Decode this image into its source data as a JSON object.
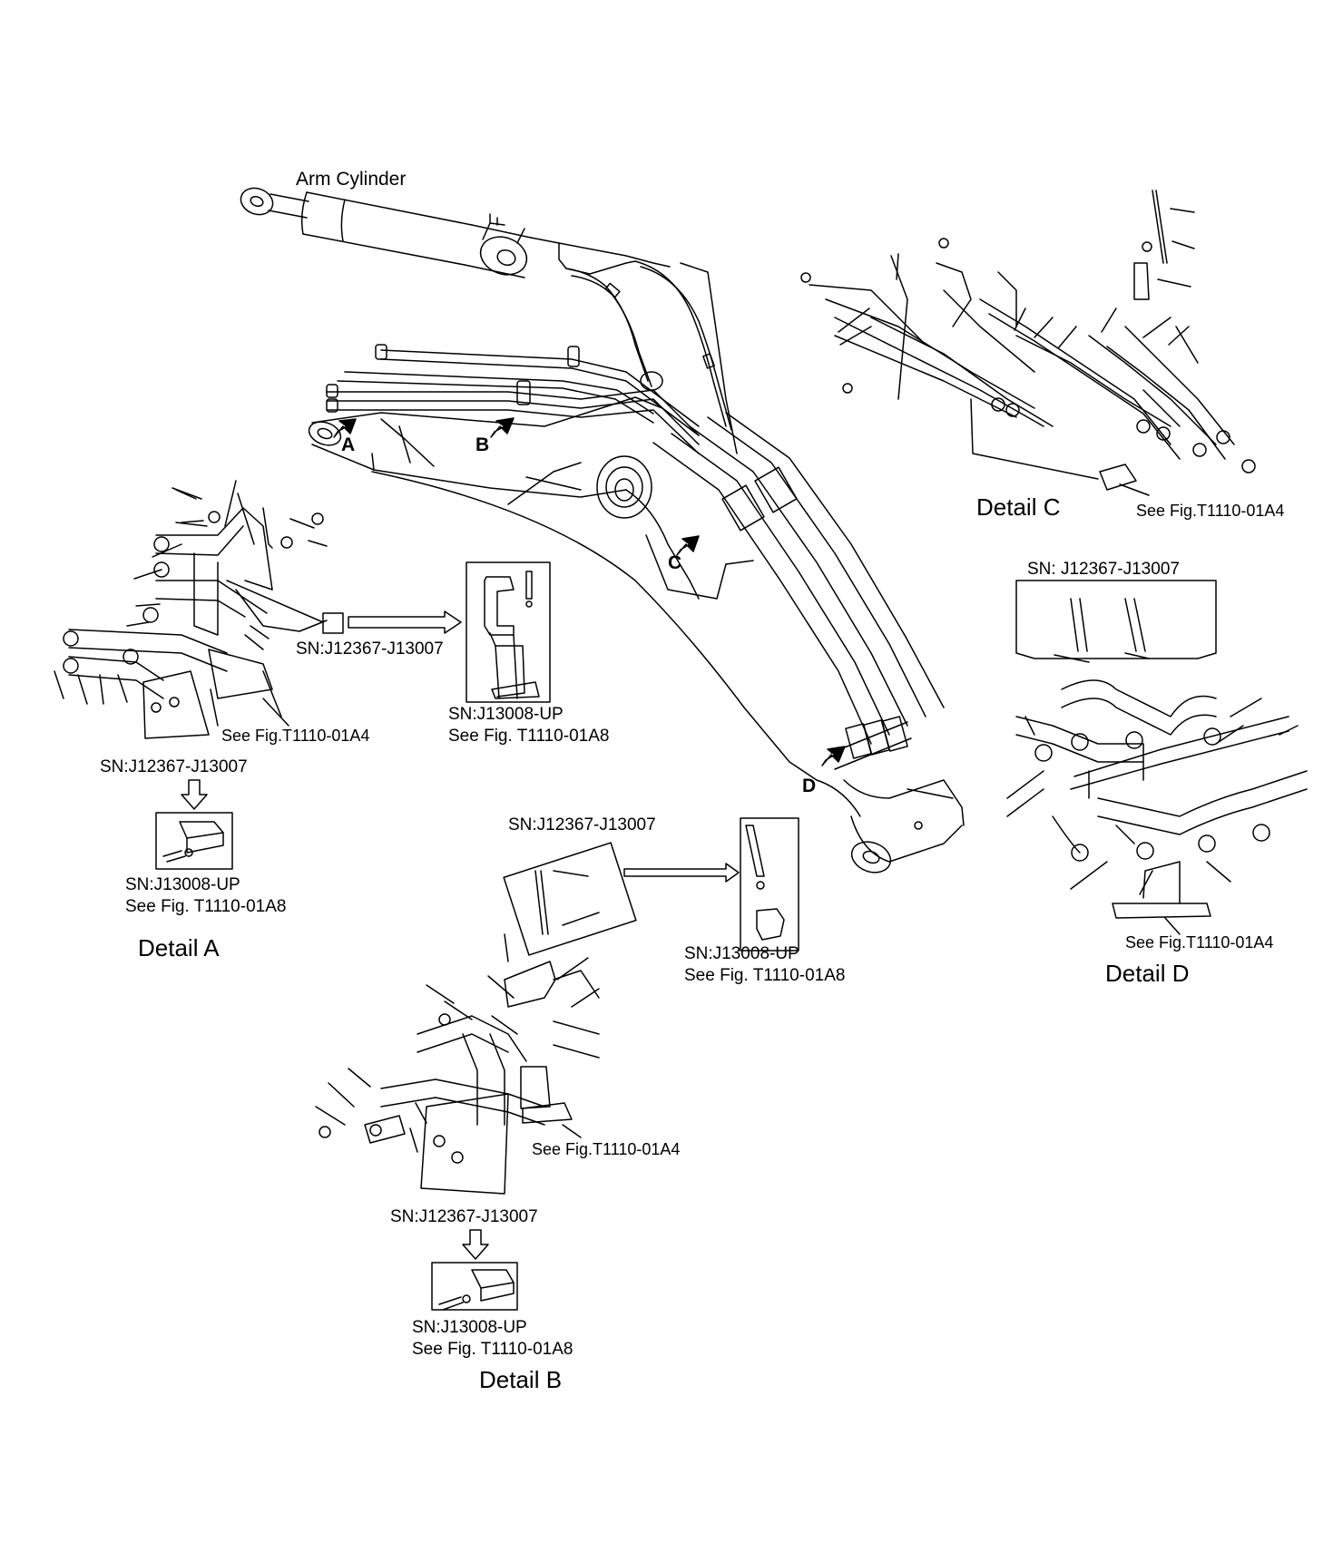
{
  "labels": {
    "arm_cylinder": "Arm Cylinder",
    "detail_a": "Detail A",
    "detail_b": "Detail B",
    "detail_c": "Detail C",
    "detail_d": "Detail D"
  },
  "callouts": {
    "a": "A",
    "b": "B",
    "c": "C",
    "d": "D"
  },
  "serials": {
    "old_range": "SN:J12367-J13007",
    "old_range_spaced": "SN: J12367-J13007",
    "new_range": "SN:J13008-UP"
  },
  "references": {
    "fig_a4": "See Fig.T1110-01A4",
    "fig_a8": "See Fig. T1110-01A8"
  }
}
